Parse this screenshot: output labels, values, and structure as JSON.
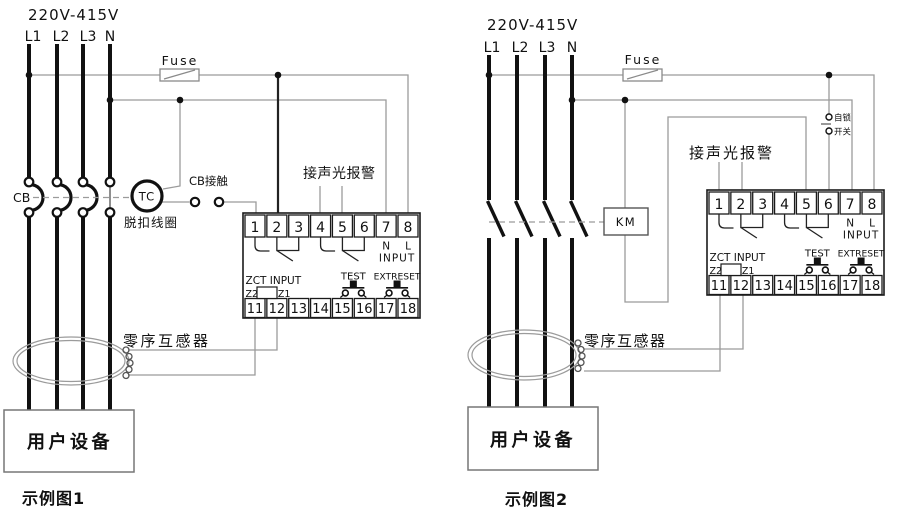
{
  "diagram1": {
    "caption": "示例图1",
    "voltage": "220V-415V",
    "phases": [
      "L1",
      "L2",
      "L3",
      "N"
    ],
    "fuse_label": "Fuse",
    "breaker_label": "CB",
    "breaker_contact_label": "CB接触",
    "trip_coil_abbr": "TC",
    "trip_coil_label": "脱扣线圈",
    "alarm_label": "接声光报警",
    "zct_label": "零序互感器",
    "load_label": "用户设备"
  },
  "diagram2": {
    "caption": "示例图2",
    "voltage": "220V-415V",
    "phases": [
      "L1",
      "L2",
      "L3",
      "N"
    ],
    "fuse_label": "Fuse",
    "contactor_label": "KM",
    "selflock_label": "自锁",
    "switch_label": "开关",
    "alarm_label": "接声光报警",
    "zct_label": "零序互感器",
    "load_label": "用户设备"
  },
  "terminal_block": {
    "row1": [
      "1",
      "2",
      "3",
      "4",
      "5",
      "6",
      "7",
      "8"
    ],
    "row2": [
      "11",
      "12",
      "13",
      "14",
      "15",
      "16",
      "17",
      "18"
    ],
    "neutral": "N",
    "line": "L",
    "input": "INPUT",
    "zct_input": "ZCT INPUT",
    "z2": "Z2",
    "z1": "Z1",
    "test": "TEST",
    "ext_reset": "EXTRESET"
  },
  "colors": {
    "wire": "#9b9b9b",
    "line": "#111111",
    "background": "#ffffff"
  }
}
